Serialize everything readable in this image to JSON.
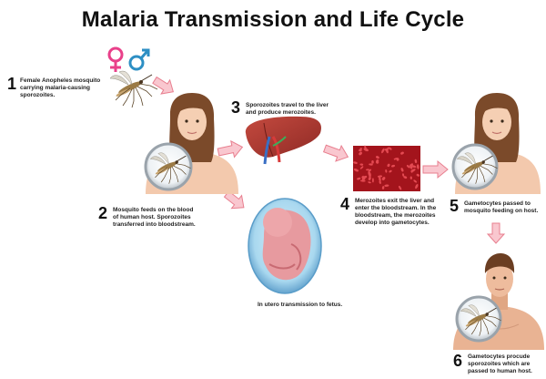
{
  "title": "Malaria Transmission and Life Cycle",
  "colors": {
    "arrow_fill": "#f9c7cf",
    "arrow_stroke": "#e87f8f",
    "female_symbol": "#e9408a",
    "male_symbol": "#2d8fc4",
    "skin": "#f3c9ad",
    "hair_female": "#7b4a2a",
    "hair_male": "#6b3e22",
    "liver": "#a8342e",
    "blood_bg": "#a3141c",
    "fetus_bg": "#a9d8ef",
    "fetus_skin": "#e79a9f"
  },
  "steps": [
    {
      "num": "1",
      "text": [
        "Female Anopheles mosquito",
        "carrying malaria-causing",
        "sporozoites."
      ]
    },
    {
      "num": "2",
      "text": [
        "Mosquito feeds on the blood",
        "of human host. Sporozoites",
        "transferred into bloodstream."
      ]
    },
    {
      "num": "3",
      "text": [
        "Sporozoites travel to the liver",
        "and produce merozoites."
      ]
    },
    {
      "num": "4",
      "text": [
        "Merozoites exit the liver and",
        "enter the bloodstream. In the",
        "bloodstream, the merozoites",
        "develop into gametocytes."
      ]
    },
    {
      "num": "5",
      "text": [
        "Gametocytes passed to",
        "mosquito feeding on host."
      ]
    },
    {
      "num": "6",
      "text": [
        "Gametocytes procude",
        "sporozoites which are",
        "passed to human host."
      ]
    }
  ],
  "fetus_caption": "In utero transmission to fetus.",
  "icons": {
    "female_symbol": "female-symbol-icon",
    "male_symbol": "male-symbol-icon",
    "mosquito": "mosquito-icon"
  }
}
